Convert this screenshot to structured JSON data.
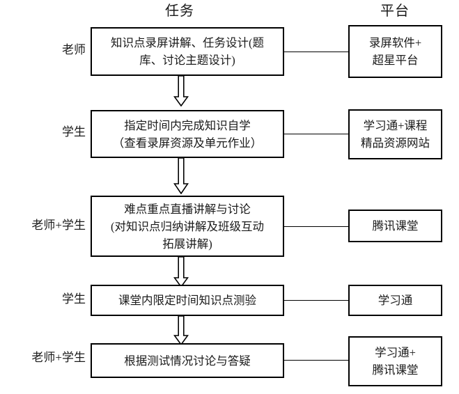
{
  "diagram": {
    "title_columns": {
      "task": "任务",
      "platform": "平台"
    },
    "colors": {
      "stroke": "#000000",
      "text": "#1a1a1a",
      "background": "#ffffff"
    },
    "rows": [
      {
        "role": "老师",
        "task": "知识点录屏讲解、任务设计(题\n库、讨论主题设计)",
        "platform": "录屏软件+\n超星平台"
      },
      {
        "role": "学生",
        "task": "指定时间内完成知识自学\n（查看录屏资源及单元作业）",
        "platform": "学习通+课程\n精品资源网站"
      },
      {
        "role": "老师+学生",
        "task": "难点重点直播讲解与讨论\n(对知识点归纳讲解及班级互动\n拓展讲解)",
        "platform": "腾讯课堂"
      },
      {
        "role": "学生",
        "task": "课堂内限定时间知识点测验",
        "platform": "学习通"
      },
      {
        "role": "老师+学生",
        "task": "根据测试情况讨论与答疑",
        "platform": "学习通+\n腾讯课堂"
      }
    ],
    "connectors": {
      "vertical_arrow_icon": "down-block-arrow",
      "horizontal_line_icon": "horizontal-connector-line",
      "count_vertical": 4,
      "count_horizontal": 5
    }
  }
}
